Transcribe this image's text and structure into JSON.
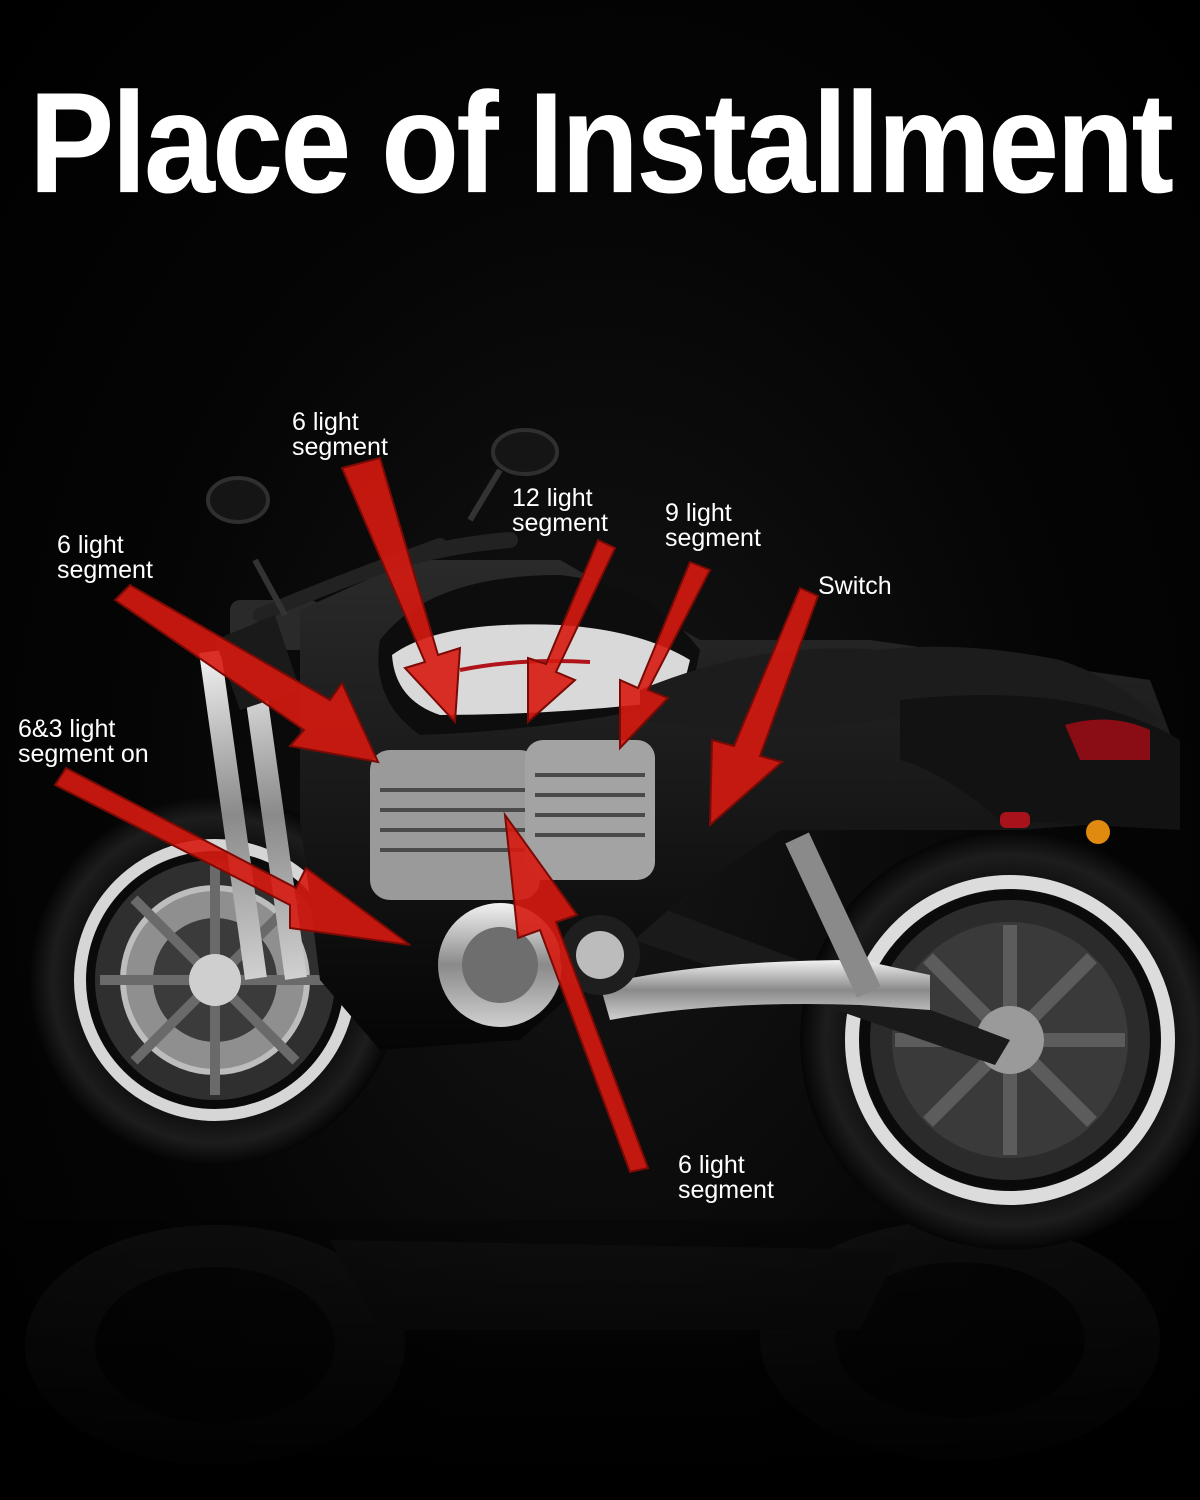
{
  "title": "Place of Installment",
  "labels": {
    "top_center": "6 light\nsegment",
    "left_upper": "6 light\nsegment",
    "left_lower": "6&3 light\nsegment on",
    "twelve": "12 light\nsegment",
    "nine": "9 light\nsegment",
    "switch": "Switch",
    "bottom": "6 light\nsegment"
  },
  "colors": {
    "arrow": "#d61a10",
    "background": "#000000",
    "text": "#ffffff",
    "tank_accent": "#d9d9d9",
    "tail_light": "#8a0c14",
    "turn_signal": "#e08a10"
  }
}
